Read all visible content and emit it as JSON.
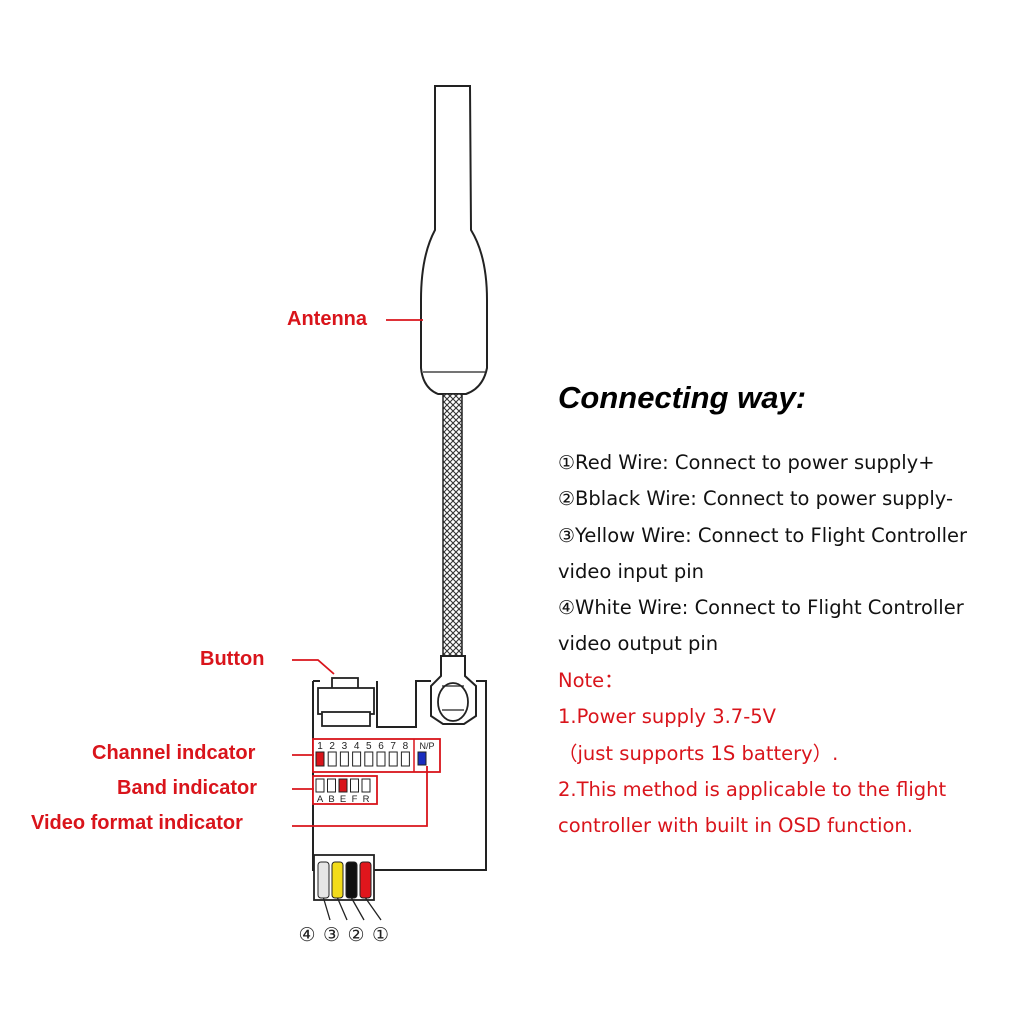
{
  "labels": {
    "antenna": "Antenna",
    "button": "Button",
    "channel": "Channel indcator",
    "band": "Band indicator",
    "video": "Video format indicator"
  },
  "board": {
    "channel_digits": [
      "1",
      "2",
      "3",
      "4",
      "5",
      "6",
      "7",
      "8"
    ],
    "np_label": "N/P",
    "band_letters": [
      "A",
      "B",
      "E",
      "F",
      "R"
    ],
    "wire_numbers": [
      "④",
      "③",
      "②",
      "①"
    ],
    "colors": {
      "indicator_red": "#d9141b",
      "indicator_blue": "#1a2dbf",
      "wire_white": "#e6e6e6",
      "wire_yellow": "#f2dc1a",
      "wire_black": "#111111",
      "wire_red": "#e0161c"
    }
  },
  "instructions": {
    "heading": "Connecting way:",
    "wire1_num": "①",
    "wire1": "Red Wire: Connect to power supply+",
    "wire2_num": "②",
    "wire2": "Bblack Wire: Connect to power supply-",
    "wire3_num": "③",
    "wire3": "Yellow Wire: Connect to Flight Controller",
    "wire3_cont": "video input pin",
    "wire4_num": "④",
    "wire4": "White Wire: Connect to Flight Controller",
    "wire4_cont": "video output pin",
    "note_title": "Note：",
    "note1": "1.Power supply 3.7-5V",
    "note1_cont": "（just supports 1S battery）.",
    "note2": "2.This method is applicable to the flight",
    "note2_cont": "controller with built in OSD function."
  }
}
